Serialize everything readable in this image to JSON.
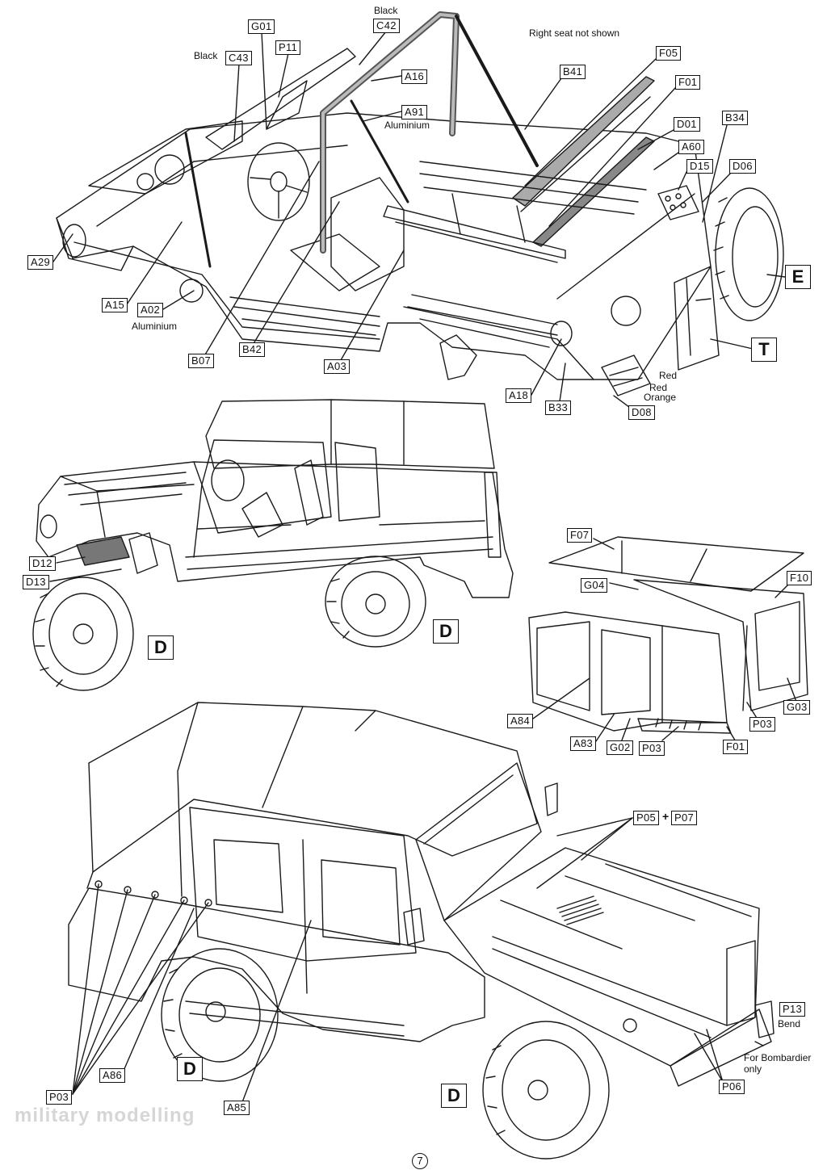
{
  "page_number": "7",
  "watermark": "military modelling",
  "top_assembly": {
    "parts": [
      "G01",
      "C42",
      "P11",
      "C43",
      "A16",
      "A91",
      "B41",
      "F05",
      "F01",
      "D01",
      "B34",
      "A60",
      "D15",
      "D06",
      "A29",
      "A15",
      "A02",
      "B07",
      "B42",
      "A03",
      "A18",
      "B33",
      "D08"
    ],
    "notes": {
      "black_c42": "Black",
      "black_c43": "Black",
      "right_seat": "Right seat not shown",
      "aluminium_a91": "Aluminium",
      "aluminium_a02": "Aluminium",
      "red_1": "Red",
      "red_2": "Red",
      "orange": "Orange"
    },
    "markers": [
      "E",
      "T"
    ]
  },
  "middle_assembly": {
    "parts": [
      "D12",
      "D13"
    ],
    "markers": [
      "D",
      "D"
    ]
  },
  "canopy_assembly": {
    "parts": [
      "F07",
      "G04",
      "F10",
      "A84",
      "A83",
      "G02",
      "P03",
      "F01",
      "P03",
      "G03"
    ]
  },
  "bottom_assembly": {
    "parts": [
      "P05",
      "P07",
      "P13",
      "A86",
      "P03",
      "A85",
      "P06"
    ],
    "plus": "+",
    "notes": {
      "bend": "Bend",
      "bombardier": "For Bombardier",
      "only": "only"
    },
    "markers": [
      "D",
      "D"
    ]
  }
}
